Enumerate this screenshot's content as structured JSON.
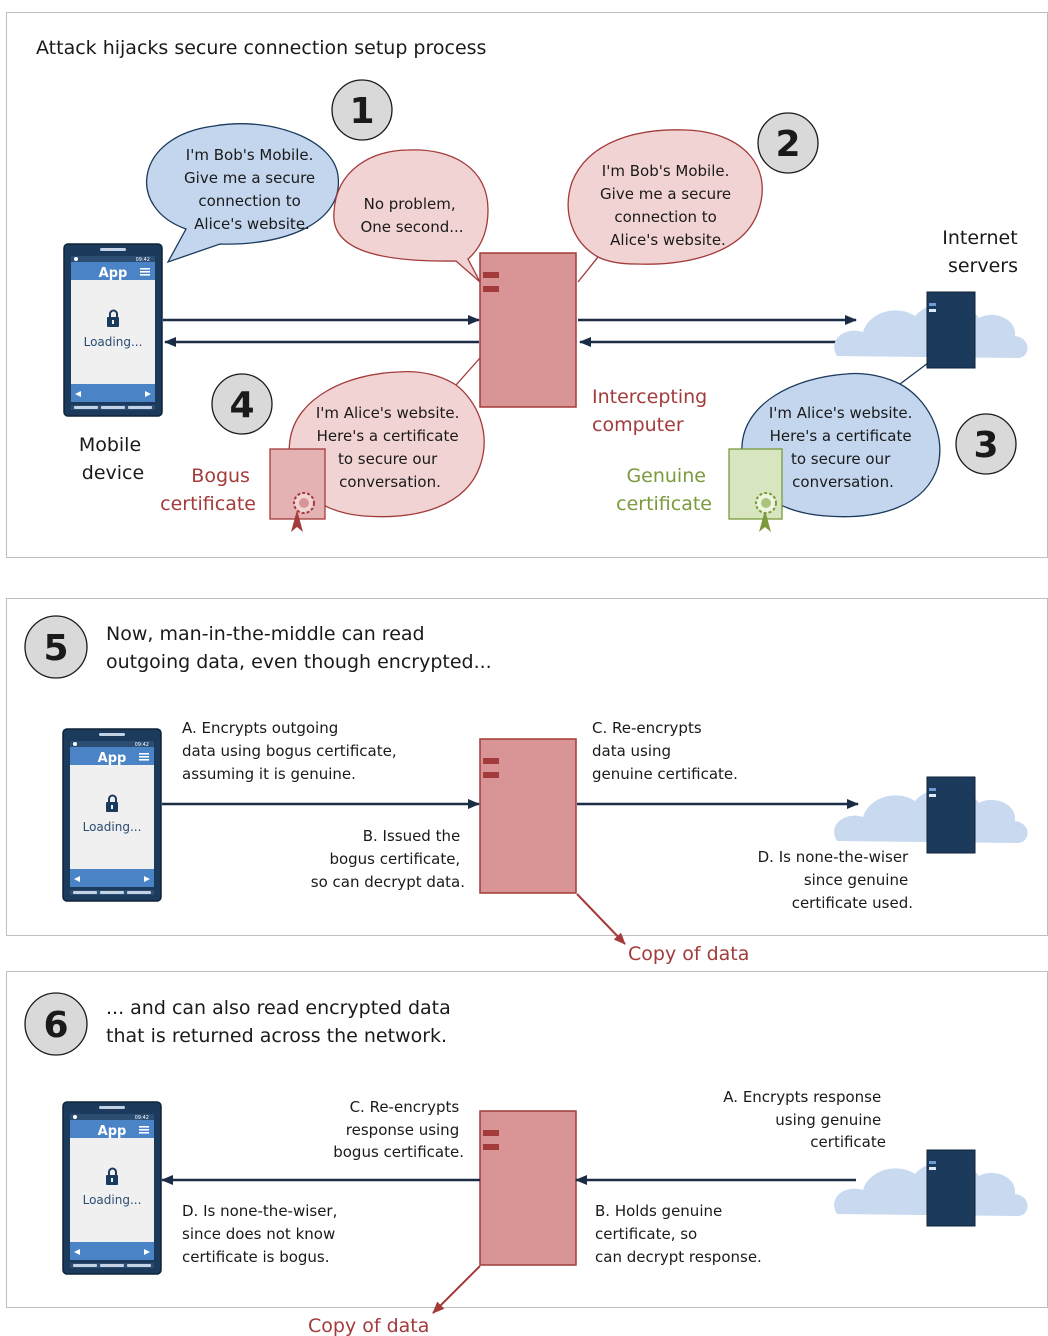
{
  "panel1": {
    "title": "Attack hijacks secure connection setup process",
    "badge1": "1",
    "badge2": "2",
    "badge3": "3",
    "badge4": "4",
    "bubble1": [
      "I'm Bob's Mobile.",
      "Give me a secure",
      "connection to",
      "Alice's website."
    ],
    "bubble_reply": [
      "No problem,",
      "One second..."
    ],
    "bubble2": [
      "I'm Bob's Mobile.",
      "Give me a secure",
      "connection to",
      "Alice's website."
    ],
    "bubble3": [
      "I'm Alice's website.",
      "Here's a certificate",
      "to secure our",
      "conversation."
    ],
    "bubble4": [
      "I'm Alice's website.",
      "Here's a certificate",
      "to secure our",
      "conversation."
    ],
    "mobile_label": [
      "Mobile",
      "device"
    ],
    "server_label": [
      "Internet",
      "servers"
    ],
    "interceptor_label": [
      "Intercepting",
      "computer"
    ],
    "bogus_label": [
      "Bogus",
      "certificate"
    ],
    "genuine_label": [
      "Genuine",
      "certificate"
    ]
  },
  "panel2": {
    "badge": "5",
    "title": [
      "Now, man-in-the-middle can read",
      "outgoing data, even though encrypted..."
    ],
    "note_a": [
      "A. Encrypts outgoing",
      "data using bogus certificate,",
      "assuming it is  genuine."
    ],
    "note_b": [
      "B. Issued the",
      "bogus certificate,",
      "so can decrypt data."
    ],
    "note_c": [
      "C. Re-encrypts",
      "data using",
      "genuine certificate."
    ],
    "note_d": [
      "D. Is none-the-wiser",
      "since genuine",
      "certificate used."
    ],
    "copy_label": "Copy of data"
  },
  "panel3": {
    "badge": "6",
    "title": [
      "... and can also read encrypted data",
      "that is returned across the network."
    ],
    "note_a": [
      "A. Encrypts response",
      "using genuine",
      "certificate"
    ],
    "note_b": [
      "B. Holds genuine",
      "certificate, so",
      "can decrypt response."
    ],
    "note_c": [
      "C. Re-encrypts",
      "response using",
      "bogus certificate."
    ],
    "note_d": [
      "D. Is none-the-wiser,",
      "since does not know",
      "certificate is bogus."
    ],
    "copy_label": "Copy of data"
  },
  "phone": {
    "app_label": "App",
    "status_time": "09:42",
    "loading_text": "Loading..."
  },
  "colors": {
    "dark_navy": "#1b3a5c",
    "bubble_blue": "#c3d6ee",
    "bubble_pink": "#f2d3d3",
    "interceptor": "#d99595",
    "bogus_red": "#a33b3b",
    "genuine_green": "#7a9a3c",
    "cloud": "#c9daf0"
  }
}
